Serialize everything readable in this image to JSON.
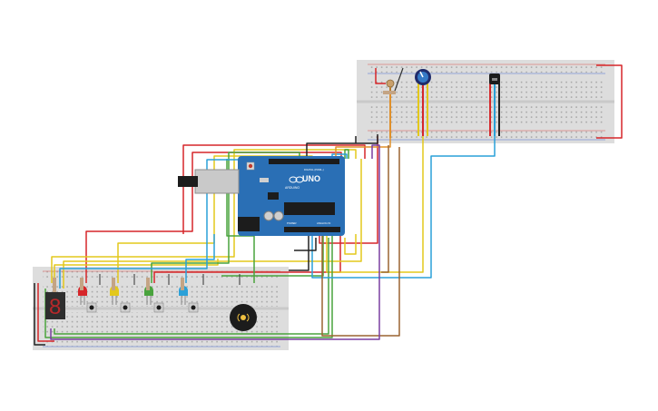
{
  "board": {
    "brand": "UNO",
    "maker": "ARDUINO",
    "digital_header": "DIGITAL (PWM~)",
    "power_header": "POWER",
    "analog_header": "ANALOG IN"
  },
  "seven_segment": {
    "display": "8"
  },
  "colors": {
    "breadboard": "#dddddd",
    "board": "#2a6fb5",
    "wire_red": "#d6262a",
    "wire_yellow": "#e3c81b",
    "wire_green": "#49a33d",
    "wire_blue": "#2aa0d8",
    "wire_orange": "#e0902a",
    "wire_brown": "#9a6430",
    "wire_purple": "#7a3fa0",
    "wire_black": "#222222"
  }
}
